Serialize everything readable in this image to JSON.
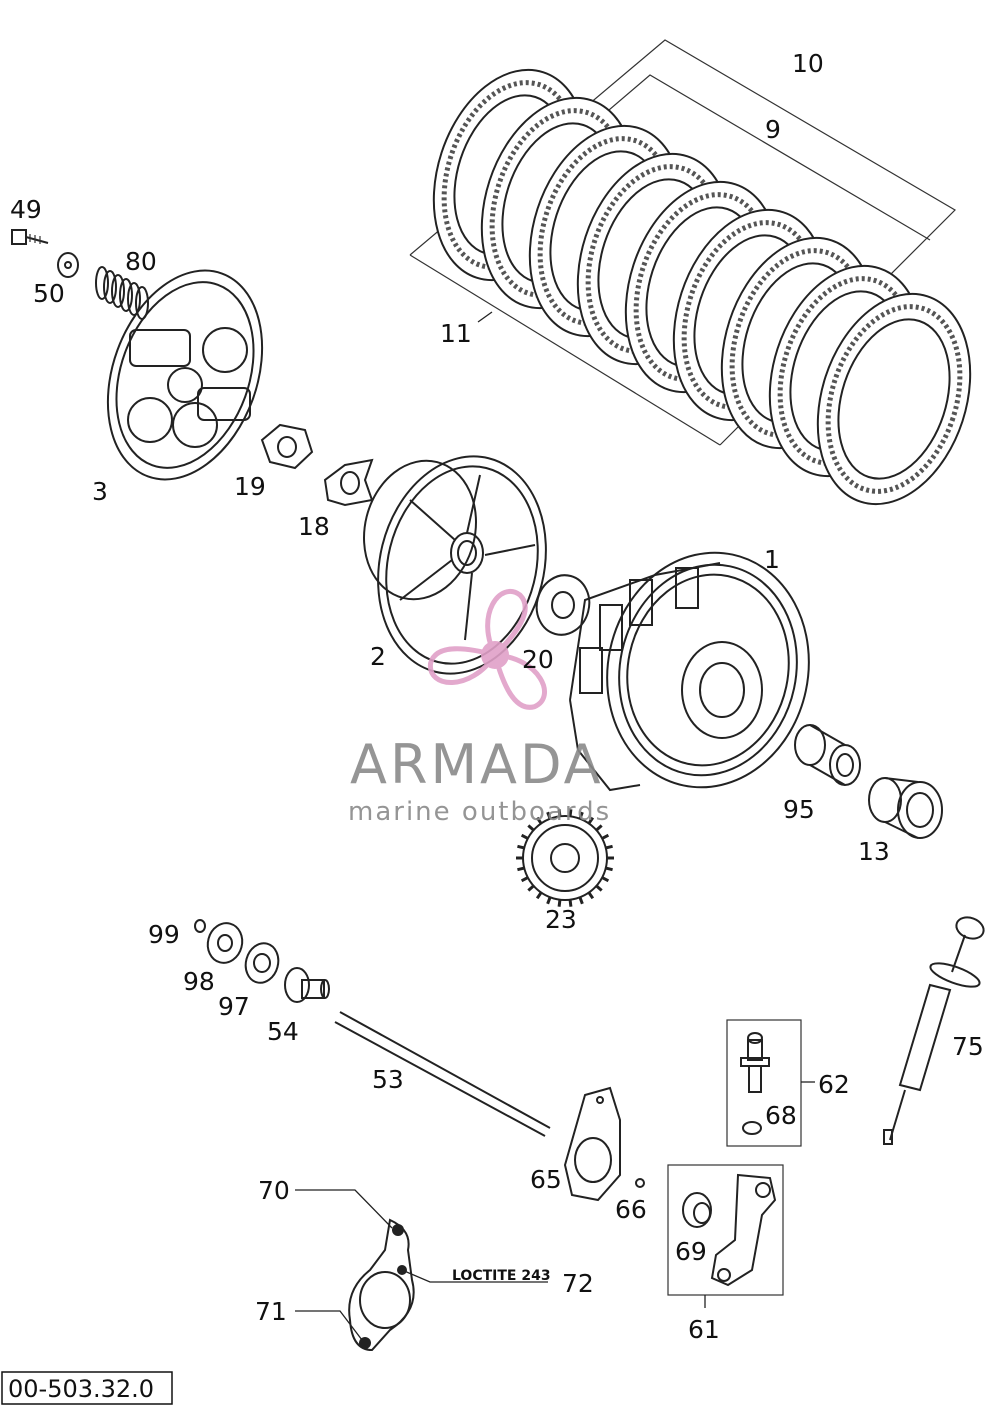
{
  "diagram": {
    "callouts": [
      {
        "id": "10",
        "label": "10"
      },
      {
        "id": "9",
        "label": "9"
      },
      {
        "id": "11",
        "label": "11"
      },
      {
        "id": "49",
        "label": "49"
      },
      {
        "id": "80",
        "label": "80"
      },
      {
        "id": "50",
        "label": "50"
      },
      {
        "id": "3",
        "label": "3"
      },
      {
        "id": "19",
        "label": "19"
      },
      {
        "id": "18",
        "label": "18"
      },
      {
        "id": "1",
        "label": "1"
      },
      {
        "id": "2",
        "label": "2"
      },
      {
        "id": "20",
        "label": "20"
      },
      {
        "id": "95",
        "label": "95"
      },
      {
        "id": "13",
        "label": "13"
      },
      {
        "id": "23",
        "label": "23"
      },
      {
        "id": "99",
        "label": "99"
      },
      {
        "id": "98",
        "label": "98"
      },
      {
        "id": "97",
        "label": "97"
      },
      {
        "id": "54",
        "label": "54"
      },
      {
        "id": "53",
        "label": "53"
      },
      {
        "id": "62",
        "label": "62"
      },
      {
        "id": "68",
        "label": "68"
      },
      {
        "id": "75",
        "label": "75"
      },
      {
        "id": "65",
        "label": "65"
      },
      {
        "id": "66",
        "label": "66"
      },
      {
        "id": "69",
        "label": "69"
      },
      {
        "id": "70",
        "label": "70"
      },
      {
        "id": "71",
        "label": "71"
      },
      {
        "id": "72",
        "label": "72"
      },
      {
        "id": "61",
        "label": "61"
      }
    ],
    "annotation": "LOCTITE 243",
    "drawing_number": "00-503.32.0",
    "watermark": {
      "brand": "ARMADA",
      "tagline": "marine outboards",
      "color": "#e0a0c8"
    }
  }
}
